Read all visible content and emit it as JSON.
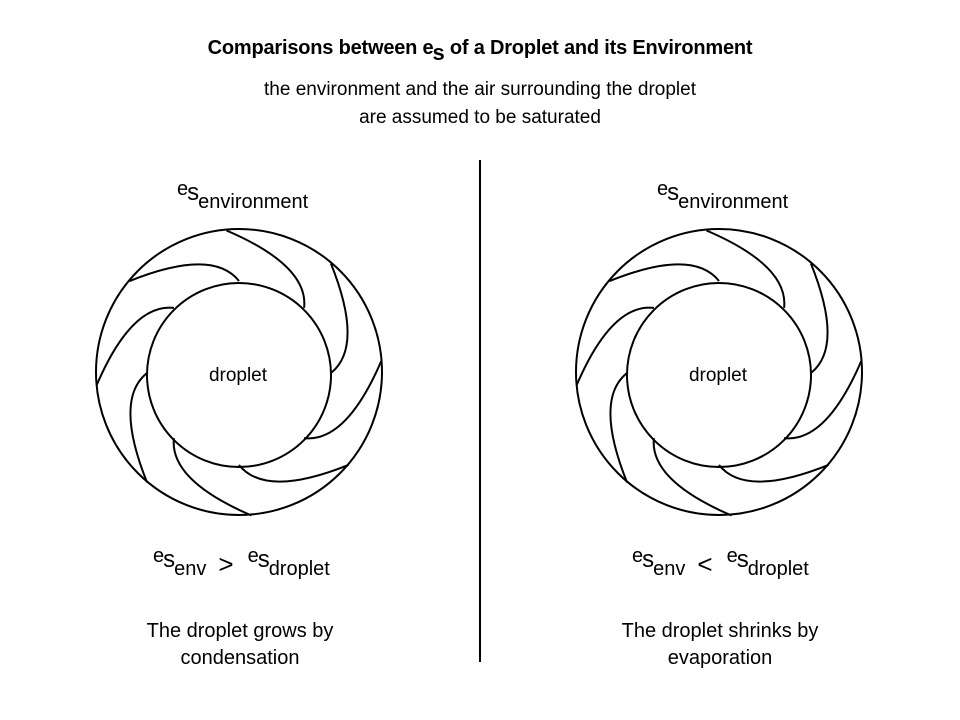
{
  "title": {
    "main": "Comparisons between e",
    "sub": "s",
    "rest": " of a Droplet and its Environment"
  },
  "subtitle_line1": "the environment and the air surrounding the droplet",
  "subtitle_line2": "are assumed to be saturated",
  "left": {
    "top_label": {
      "e": "e",
      "s": "s",
      "sub": "environment"
    },
    "droplet_label": "droplet",
    "comparison": {
      "lhs_sub": "env",
      "op": ">",
      "rhs_sub": "droplet"
    },
    "conclusion_line1": "The droplet grows by",
    "conclusion_line2": "condensation"
  },
  "right": {
    "top_label": {
      "e": "e",
      "s": "s",
      "sub": "environment"
    },
    "droplet_label": "droplet",
    "comparison": {
      "lhs_sub": "env",
      "op": "<",
      "rhs_sub": "droplet"
    },
    "conclusion_line1": "The droplet shrinks by",
    "conclusion_line2": "evaporation"
  },
  "colors": {
    "stroke": "#000000",
    "background": "#ffffff"
  }
}
